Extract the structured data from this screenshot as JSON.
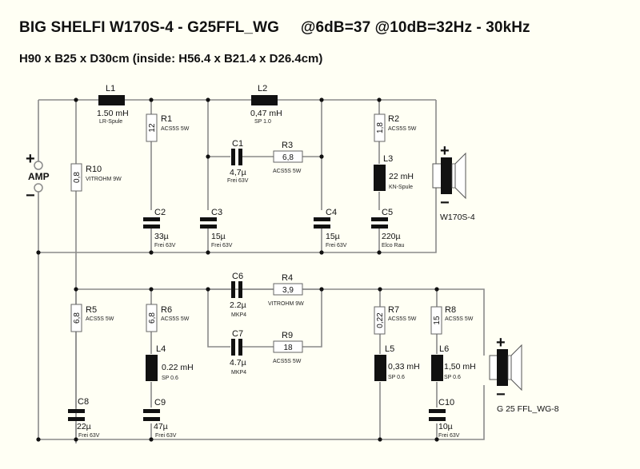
{
  "header": {
    "title": "BIG SHELFI W170S-4 - G25FFL_WG     @6dB=37 @10dB=32Hz - 30kHz",
    "subtitle": "H90 x B25 x D30cm (inside: H56.4 x B21.4 x D26.4cm)"
  },
  "colors": {
    "background": "#fffff4",
    "wire": "#8a8a8a",
    "component": "#111111"
  },
  "amp": {
    "label": "AMP",
    "plus": "+",
    "minus": "−"
  },
  "components": {
    "L1": {
      "ref": "L1",
      "value": "1.50 mH",
      "type": "LR-Spule"
    },
    "L2": {
      "ref": "L2",
      "value": "0,47 mH",
      "type": "SP 1.0"
    },
    "L3": {
      "ref": "L3",
      "value": "22 mH",
      "type": "KN-Spule"
    },
    "L4": {
      "ref": "L4",
      "value": "0.22 mH",
      "type": "SP 0.6"
    },
    "L5": {
      "ref": "L5",
      "value": "0,33 mH",
      "type": "SP 0.6"
    },
    "L6": {
      "ref": "L6",
      "value": "1,50 mH",
      "type": "SP 0.6"
    },
    "R1": {
      "ref": "R1",
      "value": "12",
      "type": "ACS5S 5W"
    },
    "R2": {
      "ref": "R2",
      "value": "1,8",
      "type": "ACS5S 5W"
    },
    "R3": {
      "ref": "R3",
      "value": "6,8",
      "type": "ACS5S 5W"
    },
    "R4": {
      "ref": "R4",
      "value": "3,9",
      "type": "VITROHM 9W"
    },
    "R5": {
      "ref": "R5",
      "value": "6,8",
      "type": "ACS5S 5W"
    },
    "R6": {
      "ref": "R6",
      "value": "6,8",
      "type": "ACS5S 5W"
    },
    "R7": {
      "ref": "R7",
      "value": "0,22",
      "type": "ACS5S 5W"
    },
    "R8": {
      "ref": "R8",
      "value": "15",
      "type": "ACS5S 5W"
    },
    "R9": {
      "ref": "R9",
      "value": "18",
      "type": "ACS5S 5W"
    },
    "R10": {
      "ref": "R10",
      "value": "0,8",
      "type": "VITROHM 9W"
    },
    "C1": {
      "ref": "C1",
      "value": "4,7µ",
      "type": "Frei 63V"
    },
    "C2": {
      "ref": "C2",
      "value": "33µ",
      "type": "Frei  63V"
    },
    "C3": {
      "ref": "C3",
      "value": "15µ",
      "type": "Frei 63V"
    },
    "C4": {
      "ref": "C4",
      "value": "15µ",
      "type": "Frei 63V"
    },
    "C5": {
      "ref": "C5",
      "value": "220µ",
      "type": "Elco Rau"
    },
    "C6": {
      "ref": "C6",
      "value": "2.2µ",
      "type": "MKP4"
    },
    "C7": {
      "ref": "C7",
      "value": "4.7µ",
      "type": "MKP4"
    },
    "C8": {
      "ref": "C8",
      "value": "22µ",
      "type": "Frei 63V"
    },
    "C9": {
      "ref": "C9",
      "value": "47µ",
      "type": "Frei 63V"
    },
    "C10": {
      "ref": "C10",
      "value": "10µ",
      "type": "Frei 63V"
    }
  },
  "speakers": {
    "woofer": {
      "label": "W170S-4",
      "plus": "+",
      "minus": "−"
    },
    "tweeter": {
      "label": "G 25 FFL_WG-8",
      "plus": "+",
      "minus": "−"
    }
  }
}
